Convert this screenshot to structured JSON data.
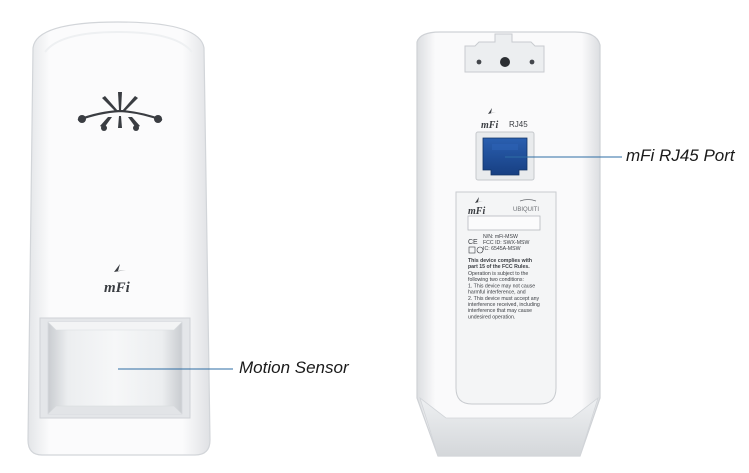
{
  "callouts": {
    "motion_sensor": "Motion Sensor",
    "rj45_port": "mFi RJ45 Port"
  },
  "front": {
    "logo_text": "mFi"
  },
  "back": {
    "port_label": "RJ45",
    "port_logo_text": "mFi",
    "sticker": {
      "logo_text": "mFi",
      "brand_text": "UBIQUITI",
      "nn_line": "N/N: mFi-MSW",
      "fcc_line": "FCC ID: SWX-MSW",
      "ic_line": "IC: 6545A-MSW",
      "ce_mark": "CE",
      "compliance_lines": [
        "This device complies with",
        "part 15 of the FCC Rules."
      ],
      "conditions_lines": [
        "Operation is subject to the",
        "following two conditions:",
        "1. This device may not cause",
        "harmful interference, and",
        "2. This device must accept any",
        "interference received, including",
        "interference that may cause",
        "undesired operation."
      ]
    }
  },
  "colors": {
    "leader_line": "#2e6da4",
    "port_blue": "#1f4f9c",
    "body_white": "#ffffff",
    "body_shadow": "#d7d9dc"
  }
}
